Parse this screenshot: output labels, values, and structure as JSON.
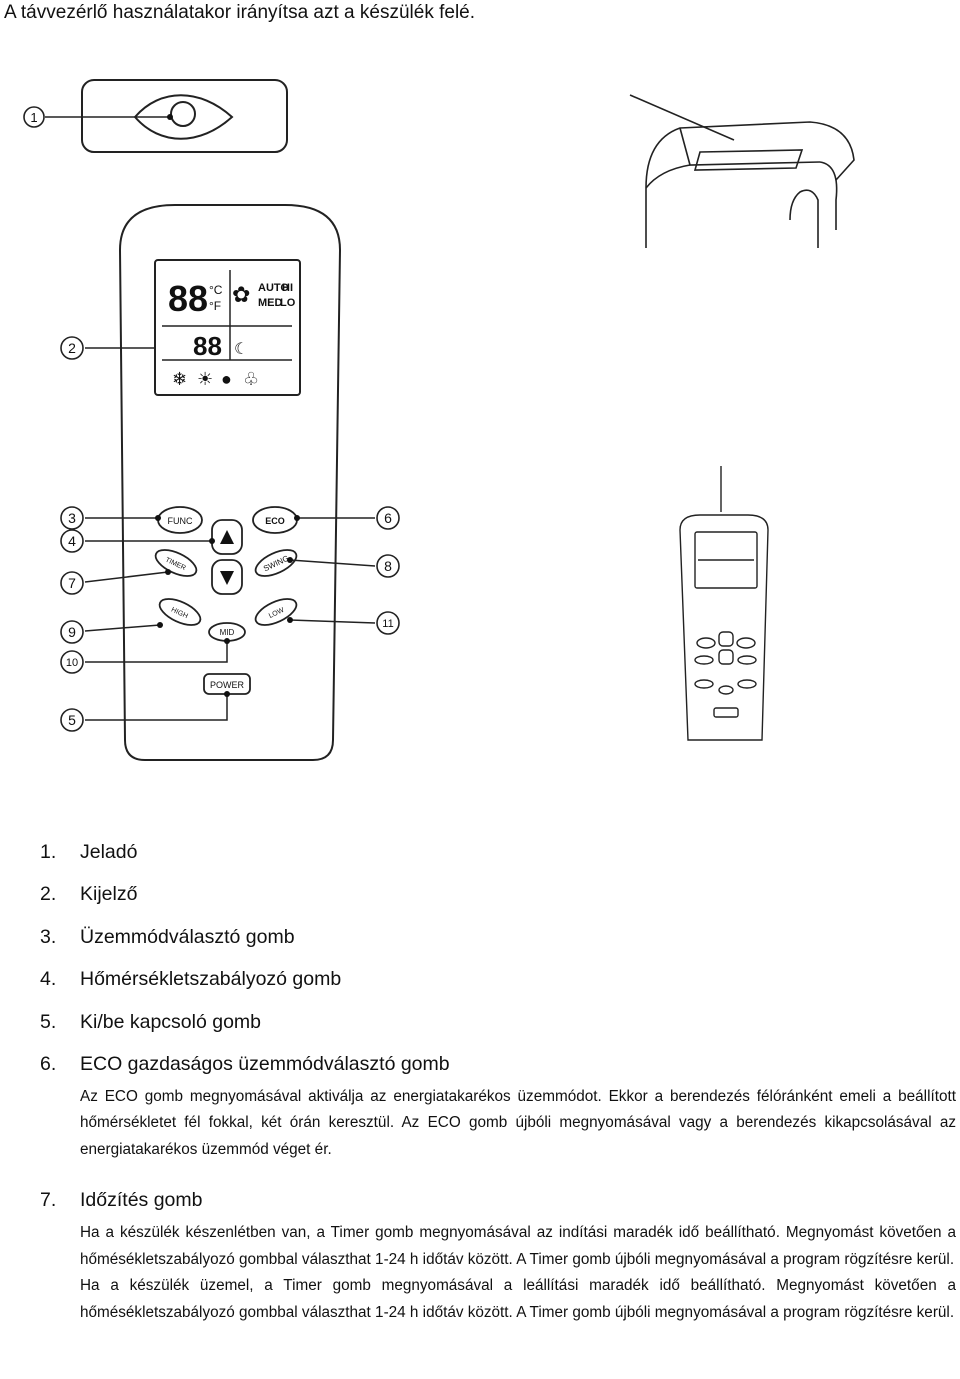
{
  "heading": "A távvezérlő használatakor irányítsa azt a készülék felé.",
  "figure": {
    "callouts": [
      "1",
      "2",
      "3",
      "4",
      "5",
      "6",
      "7",
      "8",
      "9",
      "10",
      "11"
    ],
    "lcd": {
      "big_digits": "88",
      "unit_c": "°C",
      "unit_f": "°F",
      "fan_auto": "AUTO",
      "fan_hi": "HI",
      "fan_med": "MED",
      "fan_lo": "LO",
      "small_digits": "88"
    },
    "buttons": {
      "func": "FUNC",
      "eco": "ECO",
      "timer": "TIMER",
      "swing": "SWING",
      "high": "HIGH",
      "low": "LOW",
      "mid": "MID",
      "power": "POWER"
    }
  },
  "items": [
    {
      "num": "1.",
      "text": "Jeladó"
    },
    {
      "num": "2.",
      "text": "Kijelző"
    },
    {
      "num": "3.",
      "text": "Üzemmódválasztó gomb"
    },
    {
      "num": "4.",
      "text": "Hőmérsékletszabályozó gomb"
    },
    {
      "num": "5.",
      "text": "Ki/be kapcsoló gomb"
    },
    {
      "num": "6.",
      "text": "ECO gazdaságos üzemmódválasztó gomb"
    }
  ],
  "eco_paragraph": "Az ECO gomb megnyomásával aktiválja az energiatakarékos üzemmódot. Ekkor a berendezés félóránként emeli a beállított hőmérsékletet fél fokkal, két órán keresztül. Az ECO gomb újbóli megnyomásával vagy a berendezés kikapcsolásával az energiatakarékos üzemmód véget ér.",
  "item7": {
    "num": "7.",
    "text": "Időzítés gomb"
  },
  "timer_paragraph_1": "Ha a készülék készenlétben van, a  Timer gomb megnyomásával az indítási maradék idő beállítható. Megnyomást követően a hőmésékletszabályozó gombbal választhat 1-24 h időtáv között. A Timer gomb újbóli megnyomásával a program rögzítésre kerül.",
  "timer_paragraph_2": "Ha a készülék üzemel, a Timer gomb megnyomásával a leállítási maradék idő beállítható. Megnyomást követően a hőmésékletszabályozó gombbal választhat 1-24 h időtáv között. A Timer gomb újbóli megnyomásával a program rögzítésre kerül."
}
